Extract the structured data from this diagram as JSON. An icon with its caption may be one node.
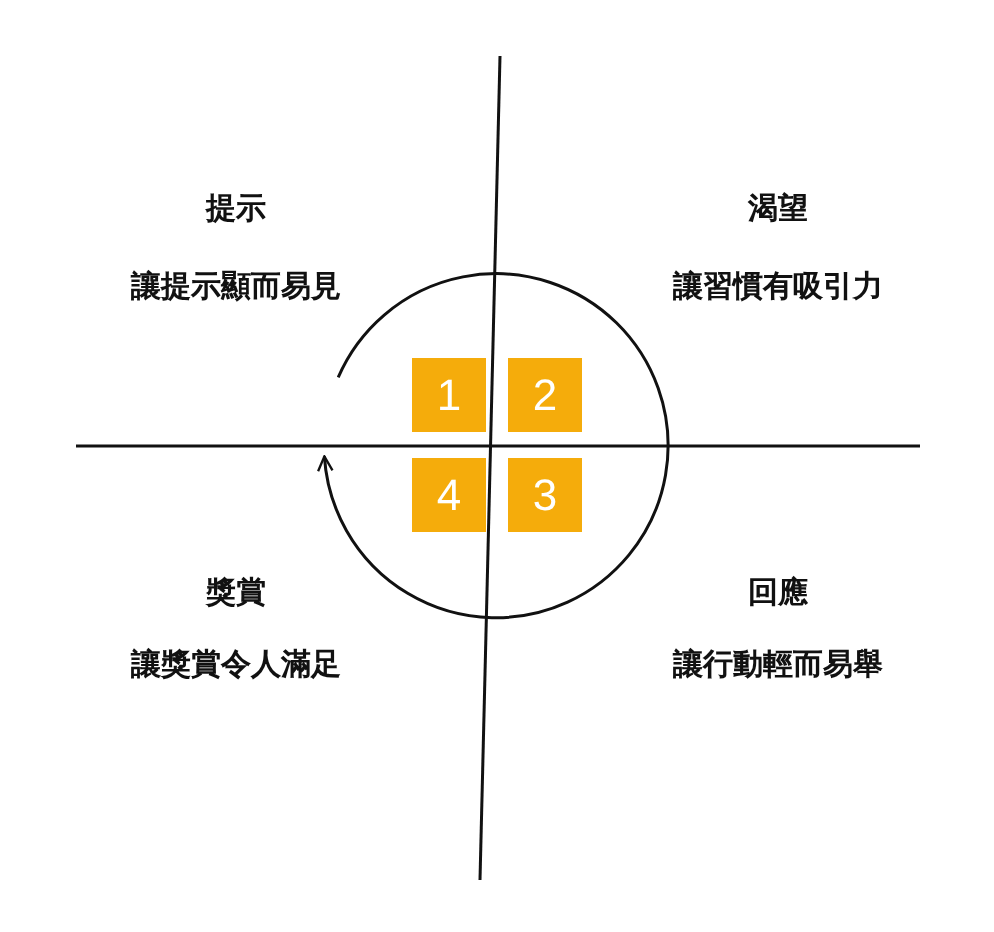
{
  "diagram": {
    "nodes": [
      {
        "text": [
          "1"
        ]
      },
      {
        "text": [
          "2"
        ]
      },
      {
        "text": [
          "3"
        ]
      },
      {
        "text": [
          "4"
        ]
      }
    ],
    "labels": [
      "提示",
      "讓提示顯而易見",
      "渴望",
      "讓習慣有吸引力",
      "獎賞",
      "讓獎賞令人滿足",
      "回應",
      "讓行動輕而易舉"
    ]
  }
}
